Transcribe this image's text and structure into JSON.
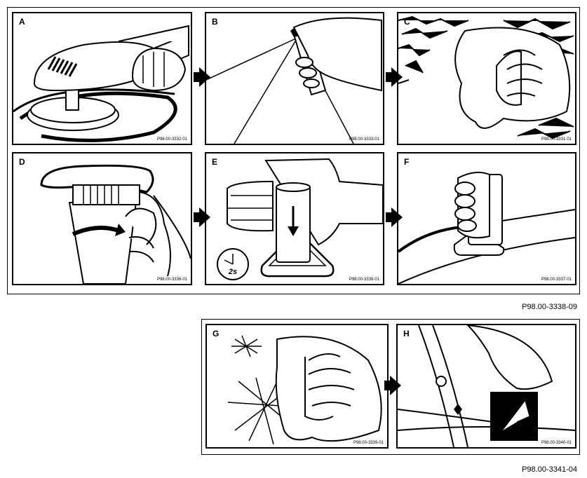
{
  "group1": {
    "figure_code": "P98.00-3338-09",
    "panels": [
      {
        "label": "A",
        "code": "P98.00-3332-01"
      },
      {
        "label": "B",
        "code": "P98.00-3333-01"
      },
      {
        "label": "C",
        "code": "P98.00-3331-01"
      },
      {
        "label": "D",
        "code": "P98.00-3336-01"
      },
      {
        "label": "E",
        "code": "P98.00-3338-01"
      },
      {
        "label": "F",
        "code": "P98.00-3337-01"
      }
    ],
    "timer_text": "2s"
  },
  "group2": {
    "figure_code": "P98.00-3341-04",
    "panels": [
      {
        "label": "G",
        "code": "P98.00-3339-01"
      },
      {
        "label": "H",
        "code": "P98.00-3340-01"
      }
    ]
  }
}
